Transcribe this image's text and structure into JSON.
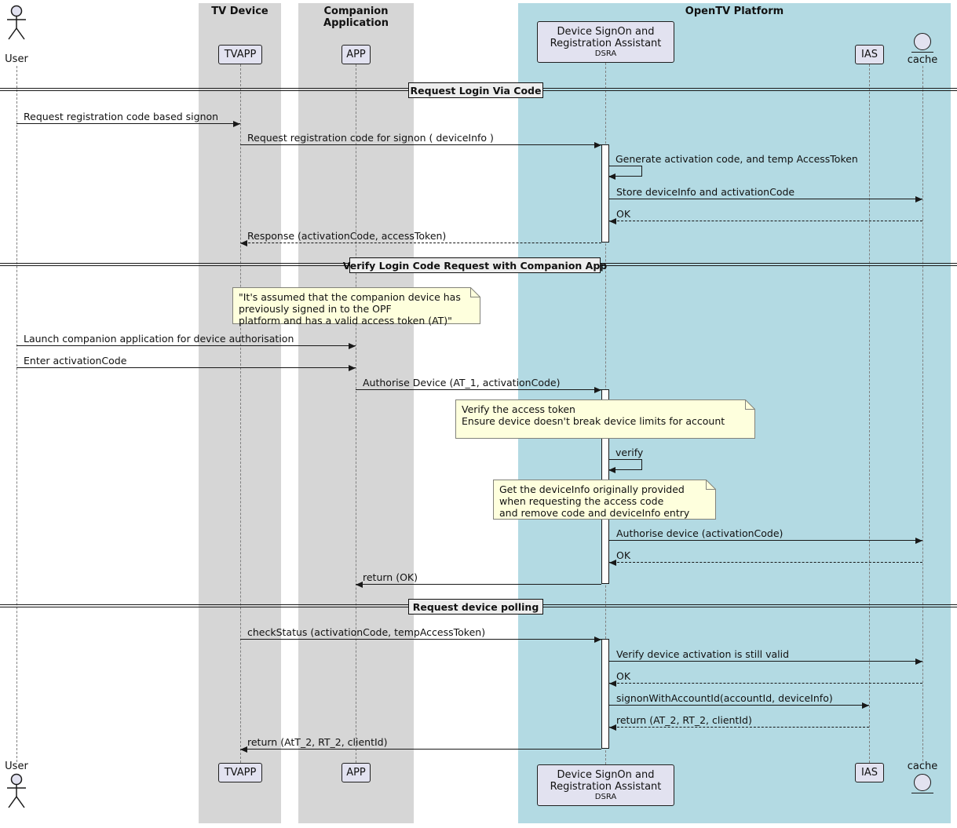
{
  "groups": {
    "tv_device": "TV Device",
    "companion_application": "Companion Application",
    "opentv_platform": "OpenTV Platform"
  },
  "participants": {
    "user": "User",
    "tvapp": "TVAPP",
    "app": "APP",
    "dsra": "Device SignOn and\nRegistration Assistant",
    "dsra_sub": "DSRA",
    "ias": "IAS",
    "cache": "cache"
  },
  "dividers": {
    "d1": "Request Login Via Code",
    "d2": "Verify Login Code Request with Companion App",
    "d3": "Request device polling"
  },
  "messages": [
    {
      "text": "Request registration code based signon",
      "from": "User",
      "to": "TVAPP",
      "style": "solid"
    },
    {
      "text": "Request registration code for signon ( deviceInfo )",
      "from": "TVAPP",
      "to": "DSRA",
      "style": "solid"
    },
    {
      "text": "Generate activation code, and temp AccessToken",
      "from": "DSRA",
      "to": "DSRA",
      "style": "solid"
    },
    {
      "text": "Store deviceInfo and activationCode",
      "from": "DSRA",
      "to": "cache",
      "style": "solid"
    },
    {
      "text": "OK",
      "from": "cache",
      "to": "DSRA",
      "style": "dashed"
    },
    {
      "text": "Response (activationCode, accessToken)",
      "from": "DSRA",
      "to": "TVAPP",
      "style": "dashed"
    },
    {
      "text": "Launch companion application for device authorisation",
      "from": "User",
      "to": "APP",
      "style": "solid"
    },
    {
      "text": "Enter activationCode",
      "from": "User",
      "to": "APP",
      "style": "solid"
    },
    {
      "text": "Authorise Device (AT_1, activationCode)",
      "from": "APP",
      "to": "DSRA",
      "style": "solid"
    },
    {
      "text": "verify",
      "from": "DSRA",
      "to": "DSRA",
      "style": "solid"
    },
    {
      "text": "Authorise device (activationCode)",
      "from": "DSRA",
      "to": "cache",
      "style": "solid"
    },
    {
      "text": "OK",
      "from": "cache",
      "to": "DSRA",
      "style": "dashed"
    },
    {
      "text": "return (OK)",
      "from": "DSRA",
      "to": "APP",
      "style": "solid"
    },
    {
      "text": "checkStatus (activationCode, tempAccessToken)",
      "from": "TVAPP",
      "to": "DSRA",
      "style": "solid"
    },
    {
      "text": "Verify device activation is still valid",
      "from": "DSRA",
      "to": "cache",
      "style": "solid"
    },
    {
      "text": "OK",
      "from": "cache",
      "to": "DSRA",
      "style": "dashed"
    },
    {
      "text": "signonWithAccountId(accountId, deviceInfo)",
      "from": "DSRA",
      "to": "IAS",
      "style": "solid"
    },
    {
      "text": "return (AT_2, RT_2, clientId)",
      "from": "IAS",
      "to": "DSRA",
      "style": "dashed"
    },
    {
      "text": "return (AtT_2, RT_2, clientId)",
      "from": "DSRA",
      "to": "TVAPP",
      "style": "solid"
    }
  ],
  "notes": [
    "\"It's assumed that the companion device has\npreviously signed in to the OPF\nplatform and has a valid access token (AT)\"",
    "Verify the access token\nEnsure device doesn't break device limits for account",
    "Get the deviceInfo originally provided\nwhen requesting the access code\nand remove code and deviceInfo entry"
  ],
  "colors": {
    "opentv_bg": "#b3dae3",
    "device_bg": "#d6d6d6",
    "participant_bg": "#e2e2f0",
    "note_bg": "#feffdd"
  }
}
